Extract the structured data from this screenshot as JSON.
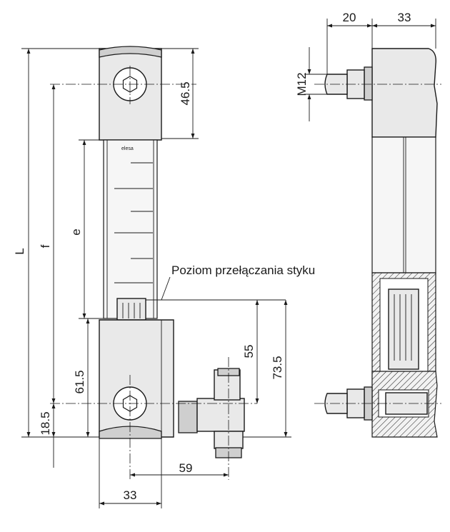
{
  "labels": {
    "L": "L",
    "f": "f",
    "e": "e",
    "dim_46_5": "46.5",
    "dim_61_5": "61.5",
    "dim_18_5": "18.5",
    "dim_55": "55",
    "dim_73_5": "73.5",
    "dim_59": "59",
    "dim_33_bottom": "33",
    "dim_20": "20",
    "dim_33_top": "33",
    "thread": "M12",
    "switch_level": "Poziom przełączania styku",
    "brand": "elesa"
  }
}
